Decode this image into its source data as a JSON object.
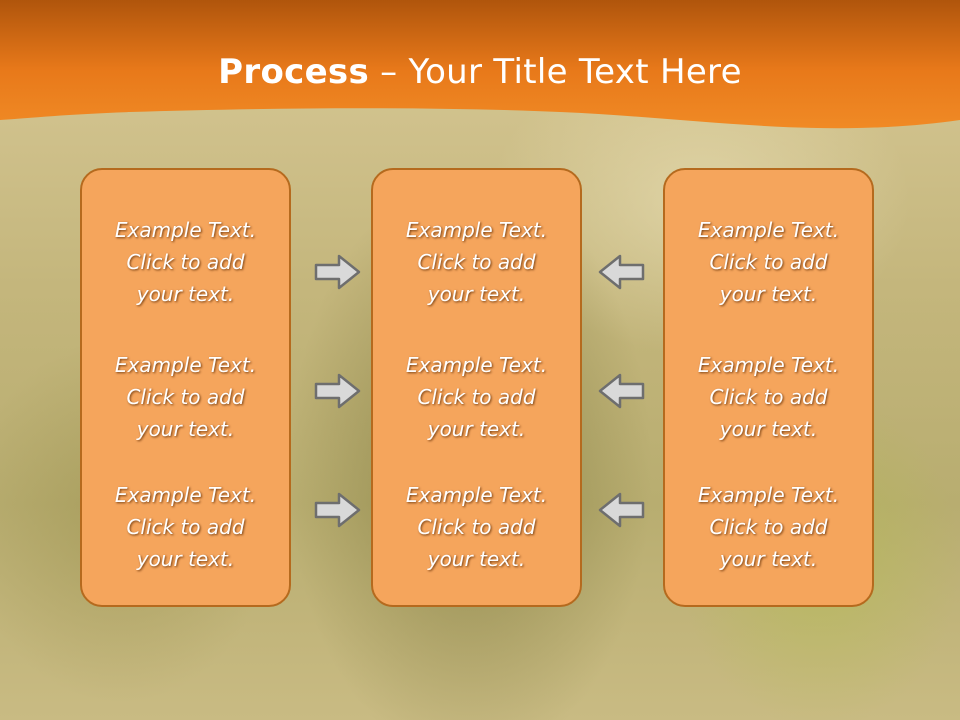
{
  "slide": {
    "title_bold": "Process",
    "title_rest": " – Your Title Text Here"
  },
  "colors": {
    "header": "#e8791a",
    "box_fill": "#f5a55c",
    "box_border": "#b56a1e",
    "arrow": "#d9d9d9"
  },
  "columns": [
    {
      "cells": [
        {
          "line1": "Example Text.",
          "line2": "Click  to add",
          "line3": "your text."
        },
        {
          "line1": "Example Text.",
          "line2": "Click  to add",
          "line3": "your text."
        },
        {
          "line1": "Example Text.",
          "line2": "Click  to add",
          "line3": "your text."
        }
      ]
    },
    {
      "cells": [
        {
          "line1": "Example Text.",
          "line2": "Click  to add",
          "line3": "your text."
        },
        {
          "line1": "Example Text.",
          "line2": "Click  to add",
          "line3": "your text."
        },
        {
          "line1": "Example Text.",
          "line2": "Click  to add",
          "line3": "your text."
        }
      ]
    },
    {
      "cells": [
        {
          "line1": "Example Text.",
          "line2": "Click  to add",
          "line3": "your text."
        },
        {
          "line1": "Example Text.",
          "line2": "Click  to add",
          "line3": "your text."
        },
        {
          "line1": "Example Text.",
          "line2": "Click  to add",
          "line3": "your text."
        }
      ]
    }
  ],
  "arrows": {
    "left_group": "arrow-right-icon",
    "right_group": "arrow-left-icon"
  }
}
